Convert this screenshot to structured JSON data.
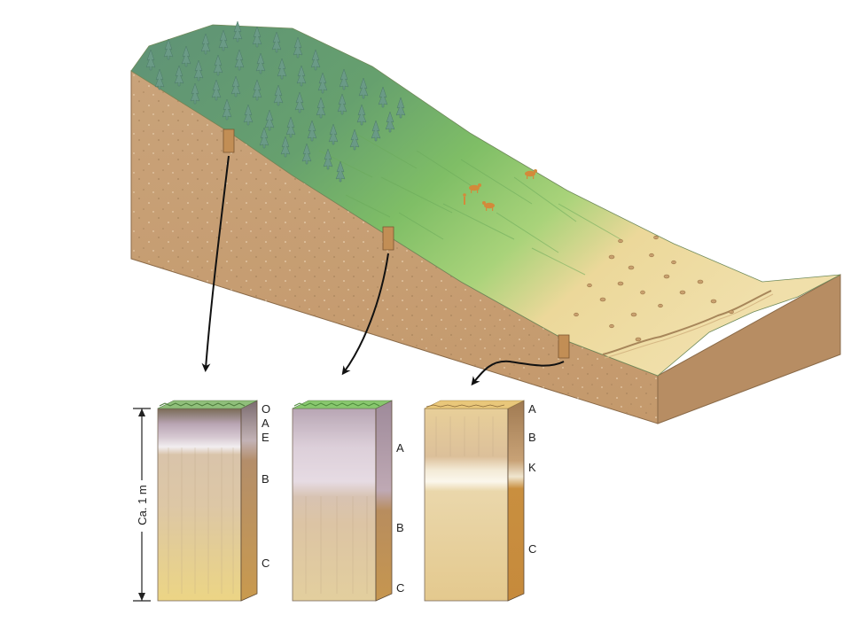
{
  "scale": {
    "label": "Ca. 1 m"
  },
  "profiles": [
    {
      "name": "forest-soil-profile",
      "horizons": [
        "O",
        "A",
        "E",
        "B",
        "C"
      ]
    },
    {
      "name": "grassland-soil-profile",
      "horizons": [
        "A",
        "B",
        "C"
      ]
    },
    {
      "name": "desert-soil-profile",
      "horizons": [
        "A",
        "B",
        "K",
        "C"
      ]
    }
  ],
  "colors": {
    "forest": "#5f9277",
    "grass": "#7fbe66",
    "desert_sand": "#ecd89a",
    "earth": "#c9a37a",
    "earth_side": "#b98c60",
    "arrow": "#111111"
  },
  "icons": [
    "conifer-tree-icon",
    "grazing-animal-icon",
    "rock-icon",
    "river-icon",
    "arrow-icon"
  ]
}
